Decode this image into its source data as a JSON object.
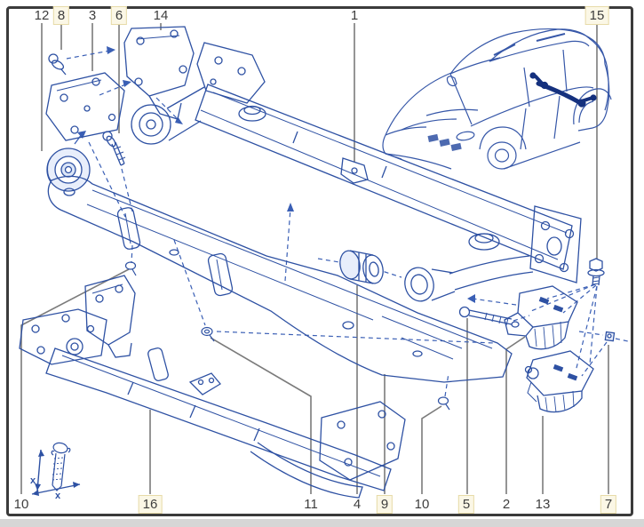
{
  "diagram": {
    "type": "exploded-parts-diagram",
    "subject": "Rear axle / torsion beam exploded view with numbered callouts and vehicle location inset",
    "callouts_top": [
      {
        "label": "12",
        "highlighted": false
      },
      {
        "label": "8",
        "highlighted": true
      },
      {
        "label": "3",
        "highlighted": false
      },
      {
        "label": "6",
        "highlighted": true
      },
      {
        "label": "14",
        "highlighted": false
      },
      {
        "label": "1",
        "highlighted": false
      },
      {
        "label": "15",
        "highlighted": true
      }
    ],
    "callouts_bottom": [
      {
        "label": "10",
        "highlighted": false
      },
      {
        "label": "16",
        "highlighted": true
      },
      {
        "label": "11",
        "highlighted": false
      },
      {
        "label": "4",
        "highlighted": false
      },
      {
        "label": "9",
        "highlighted": true
      },
      {
        "label": "10",
        "highlighted": false
      },
      {
        "label": "5",
        "highlighted": true
      },
      {
        "label": "2",
        "highlighted": false
      },
      {
        "label": "13",
        "highlighted": false
      },
      {
        "label": "7",
        "highlighted": true
      }
    ],
    "inset": {
      "mark_1": "x",
      "mark_2": "x"
    },
    "colors": {
      "line_art": "#2e51a3",
      "axle_highlight": "#15317e",
      "leader_line": "#7b7b7b",
      "frame": "#3b3b3b",
      "label_text": "#3e3e3e",
      "highlight_fill": "#fbf7e6",
      "highlight_border": "#e7dba8"
    }
  }
}
